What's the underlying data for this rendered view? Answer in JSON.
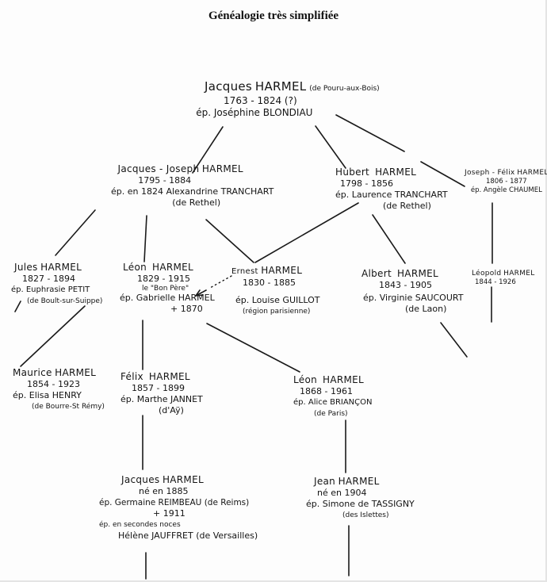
{
  "title": "Généalogie très simplifiée",
  "people": {
    "jacques_1763": {
      "given": "Jacques",
      "surname": "HARMEL",
      "origin": "(de Pouru-aux-Bois)",
      "dates": "1763 - 1824 (?)",
      "spouse": "ép. Joséphine BLONDIAU"
    },
    "jacques_joseph": {
      "given": "Jacques - Joseph",
      "surname": "HARMEL",
      "dates": "1795 - 1884",
      "spouse": "ép. en 1824 Alexandrine TRANCHART",
      "spouse_origin": "(de Rethel)"
    },
    "hubert": {
      "given": "Hubert",
      "surname": "HARMEL",
      "dates": "1798 - 1856",
      "spouse": "ép. Laurence TRANCHART",
      "spouse_origin": "(de Rethel)"
    },
    "joseph_felix": {
      "given": "Joseph - Félix",
      "surname": "HARMEL",
      "dates": "1806 - 1877",
      "spouse": "ép. Angèle CHAUMEL"
    },
    "jules": {
      "given": "Jules",
      "surname": "HARMEL",
      "dates": "1827 - 1894",
      "spouse": "ép. Euphrasie PETIT",
      "spouse_origin": "(de Boult-sur-Suippe)"
    },
    "leon_1829": {
      "given": "Léon",
      "surname": "HARMEL",
      "dates": "1829 - 1915",
      "nickname": "le \"Bon Père\"",
      "spouse": "ép. Gabrielle HARMEL",
      "spouse_death": "+ 1870"
    },
    "ernest": {
      "given": "Ernest",
      "surname": "HARMEL",
      "dates": "1830 - 1885",
      "spouse": "ép. Louise GUILLOT",
      "spouse_origin": "(région parisienne)"
    },
    "albert": {
      "given": "Albert",
      "surname": "HARMEL",
      "dates": "1843 - 1905",
      "spouse": "ép. Virginie SAUCOURT",
      "spouse_origin": "(de Laon)"
    },
    "leopold": {
      "given": "Léopold",
      "surname": "HARMEL",
      "dates": "1844 - 1926"
    },
    "maurice": {
      "given": "Maurice",
      "surname": "HARMEL",
      "dates": "1854 - 1923",
      "spouse": "ép. Elisa HENRY",
      "spouse_origin": "(de Bourre-St Rémy)"
    },
    "felix": {
      "given": "Félix",
      "surname": "HARMEL",
      "dates": "1857 - 1899",
      "spouse": "ép. Marthe JANNET",
      "spouse_origin": "(d'Aÿ)"
    },
    "leon_1868": {
      "given": "Léon",
      "surname": "HARMEL",
      "dates": "1868 - 1961",
      "spouse": "ép. Alice BRIANÇON",
      "spouse_origin": "(de Paris)"
    },
    "jacques_1885": {
      "given": "Jacques",
      "surname": "HARMEL",
      "dates": "né en 1885",
      "spouse": "ép. Germaine REIMBEAU (de Reims)",
      "spouse_death": "+ 1911",
      "second_marriage": "ép. en secondes noces",
      "spouse2": "Hélène JAUFFRET (de Versailles)"
    },
    "jean": {
      "given": "Jean",
      "surname": "HARMEL",
      "dates": "né en 1904",
      "spouse": "ép. Simone de TASSIGNY",
      "spouse_origin": "(des Islettes)"
    }
  },
  "links": [
    {
      "from": "jacques_1763",
      "to": "jacques_joseph",
      "style": "solid"
    },
    {
      "from": "jacques_1763",
      "to": "hubert",
      "style": "solid"
    },
    {
      "from": "jacques_1763",
      "to": "joseph_felix",
      "style": "solid"
    },
    {
      "from": "jacques_joseph",
      "to": "jules",
      "style": "solid"
    },
    {
      "from": "jacques_joseph",
      "to": "leon_1829",
      "style": "solid"
    },
    {
      "from": "jacques_joseph",
      "to": "ernest",
      "style": "solid"
    },
    {
      "from": "hubert",
      "to": "ernest",
      "style": "solid"
    },
    {
      "from": "hubert",
      "to": "albert",
      "style": "solid"
    },
    {
      "from": "joseph_felix",
      "to": "leopold",
      "style": "solid"
    },
    {
      "from": "ernest",
      "to": "leon_1829",
      "style": "dotted-arrow",
      "note": "father of spouse Gabrielle"
    },
    {
      "from": "jules",
      "to": "maurice",
      "style": "solid"
    },
    {
      "from": "leon_1829",
      "to": "felix",
      "style": "solid"
    },
    {
      "from": "leon_1829",
      "to": "leon_1868",
      "style": "solid"
    },
    {
      "from": "albert",
      "to": "descendants",
      "style": "solid"
    },
    {
      "from": "leopold",
      "to": "descendants",
      "style": "solid"
    },
    {
      "from": "felix",
      "to": "jacques_1885",
      "style": "solid"
    },
    {
      "from": "leon_1868",
      "to": "jean",
      "style": "solid"
    },
    {
      "from": "jacques_1885",
      "to": "descendants",
      "style": "solid"
    },
    {
      "from": "jean",
      "to": "descendants",
      "style": "solid"
    }
  ]
}
